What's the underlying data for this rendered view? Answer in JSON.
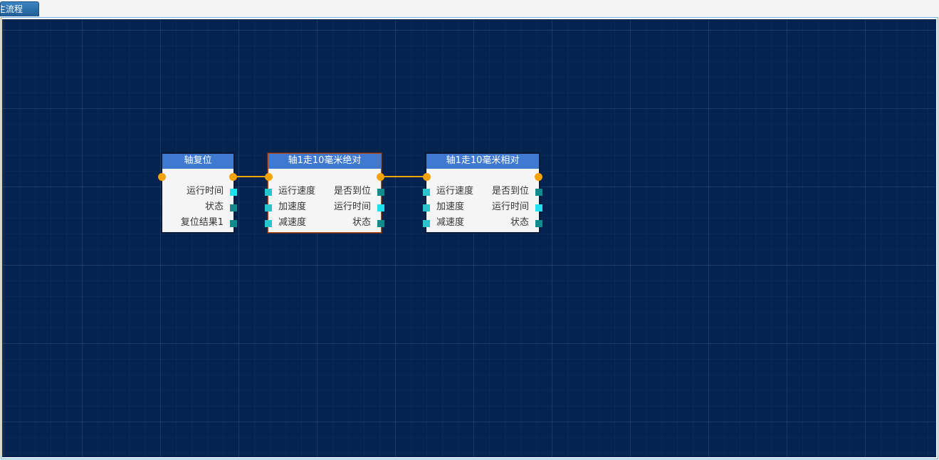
{
  "tab": {
    "label": "主流程"
  },
  "colors": {
    "canvas_bg": "#04244f",
    "node_header": "#3f7ad0",
    "flow_port": "#f3a20a",
    "wire": "#f3a20a",
    "port_teal": "#108a8a",
    "port_cyan": "#1fe0ee"
  },
  "nodes": [
    {
      "title": "轴复位",
      "inputs": [],
      "outputs": [
        "运行时间",
        "状态",
        "复位结果1"
      ]
    },
    {
      "title": "轴1走10毫米绝对",
      "selected": true,
      "inputs": [
        "运行速度",
        "加速度",
        "减速度"
      ],
      "outputs": [
        "是否到位",
        "运行时间",
        "状态"
      ]
    },
    {
      "title": "轴1走10毫米相对",
      "inputs": [
        "运行速度",
        "加速度",
        "减速度"
      ],
      "outputs": [
        "是否到位",
        "运行时间",
        "状态"
      ]
    }
  ]
}
